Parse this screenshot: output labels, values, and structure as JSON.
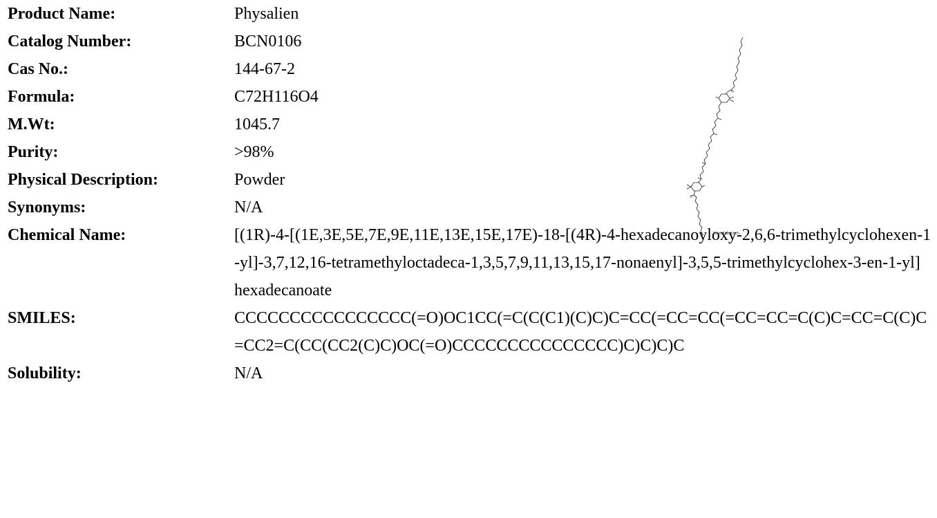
{
  "fields": [
    {
      "key": "product_name",
      "label": "Product Name:",
      "value": "Physalien"
    },
    {
      "key": "catalog_number",
      "label": "Catalog Number:",
      "value": "BCN0106"
    },
    {
      "key": "cas_no",
      "label": "Cas No.:",
      "value": "144-67-2"
    },
    {
      "key": "formula",
      "label": "Formula:",
      "value": "C72H116O4"
    },
    {
      "key": "mwt",
      "label": "M.Wt:",
      "value": "1045.7"
    },
    {
      "key": "purity",
      "label": "Purity:",
      "value": ">98%"
    },
    {
      "key": "physical_description",
      "label": "Physical Description:",
      "value": "Powder"
    },
    {
      "key": "synonyms",
      "label": "Synonyms:",
      "value": "N/A"
    },
    {
      "key": "chemical_name",
      "label": "Chemical Name:",
      "value": "[(1R)-4-[(1E,3E,5E,7E,9E,11E,13E,15E,17E)-18-[(4R)-4-hexadecanoyloxy-2,6,6-trimethylcyclohexen-1-yl]-3,7,12,16-tetramethyloctadeca-1,3,5,7,9,11,13,15,17-nonaenyl]-3,5,5-trimethylcyclohex-3-en-1-yl] hexadecanoate"
    },
    {
      "key": "smiles",
      "label": "SMILES:",
      "value": "CCCCCCCCCCCCCCCC(=O)OC1CC(=C(C(C1)(C)C)C=CC(=CC=CC(=CC=CC=C(C)C=CC=C(C)C=CC2=C(CC(CC2(C)C)OC(=O)CCCCCCCCCCCCCCC)C)C)C)C"
    },
    {
      "key": "solubility",
      "label": "Solubility:",
      "value": "N/A"
    }
  ],
  "structure_image": {
    "watermark": "biocrick.com"
  }
}
